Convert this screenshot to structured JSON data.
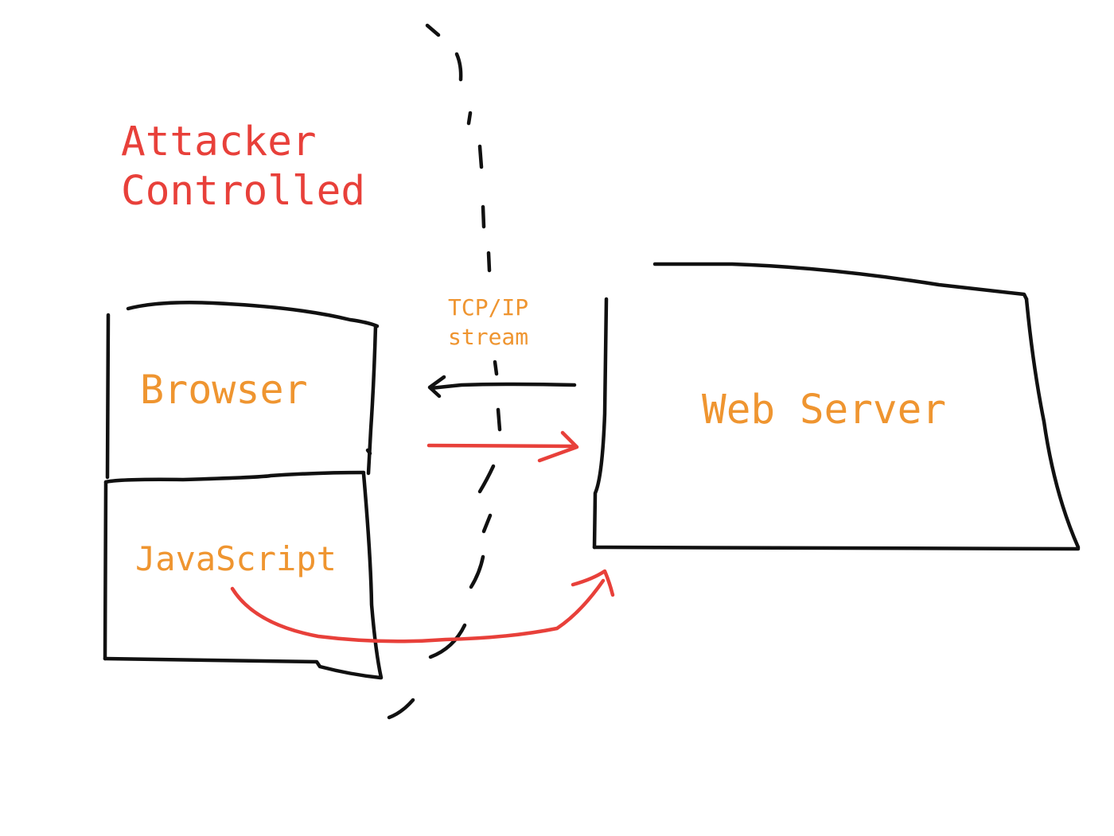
{
  "colors": {
    "ink": "#111111",
    "attacker_text": "#e8403a",
    "component_text": "#ef9530",
    "request_arrow": "#e8403a",
    "background": "#ffffff"
  },
  "labels": {
    "attacker": "Attacker\nControlled",
    "browser": "Browser",
    "javascript": "JavaScript",
    "tcp_stream": "TCP/IP\nstream",
    "web_server": "Web Server"
  }
}
